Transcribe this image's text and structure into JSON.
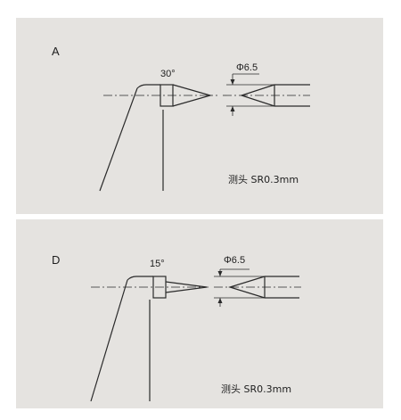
{
  "panels": [
    {
      "letter": "A",
      "angle": "30°",
      "diameter": "Φ6.5",
      "note": "测头 SR0.3mm"
    },
    {
      "letter": "D",
      "angle": "15°",
      "diameter": "Φ6.5",
      "note": "测头 SR0.3mm"
    }
  ],
  "colors": {
    "background": "#e5e3e0",
    "line": "#2a2a2a",
    "separator": "#ffffff"
  }
}
